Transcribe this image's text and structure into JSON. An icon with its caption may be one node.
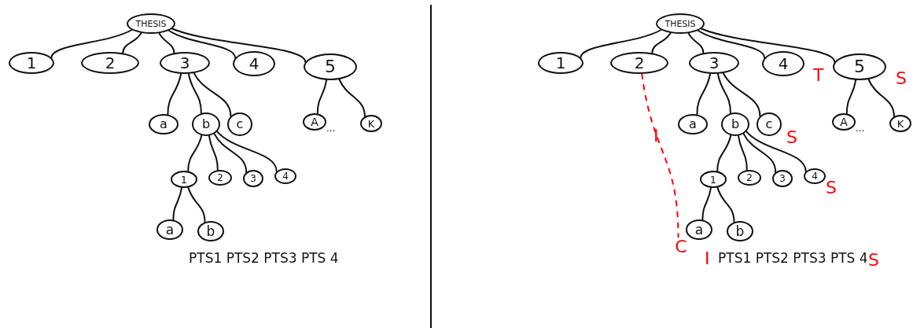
{
  "diagram": {
    "nodes": [
      {
        "text": [
          "THESIS"
        ]
      },
      {
        "text": [
          "1"
        ]
      },
      {
        "text": [
          "2"
        ]
      },
      {
        "text": [
          "3"
        ]
      },
      {
        "text": [
          "4"
        ]
      },
      {
        "text": [
          "5"
        ]
      },
      {
        "text": [
          "a"
        ]
      },
      {
        "text": [
          "b"
        ]
      },
      {
        "text": [
          "c"
        ]
      },
      {
        "text": [
          "A"
        ]
      },
      {
        "text": [
          "K"
        ]
      },
      {
        "text": [
          "1"
        ]
      },
      {
        "text": [
          "2"
        ]
      },
      {
        "text": [
          "3"
        ]
      },
      {
        "text": [
          "4"
        ]
      },
      {
        "text": [
          "a"
        ]
      },
      {
        "text": [
          "b"
        ]
      },
      {
        "text": [
          "THESIS"
        ]
      },
      {
        "text": [
          "1"
        ]
      },
      {
        "text": [
          "2"
        ]
      },
      {
        "text": [
          "3"
        ]
      },
      {
        "text": [
          "4"
        ],
        "beside": [
          "T"
        ]
      },
      {
        "text": [
          "5"
        ],
        "beside": [
          "S"
        ]
      },
      {
        "text": [
          "a"
        ],
        "beside": [
          "I"
        ]
      },
      {
        "text": [
          "b"
        ]
      },
      {
        "text": [
          "c"
        ],
        "beside": [
          "S"
        ]
      },
      {
        "text": [
          "A"
        ]
      },
      {
        "text": [
          "K"
        ]
      },
      {
        "text": [
          "1"
        ]
      },
      {
        "text": [
          "2"
        ]
      },
      {
        "text": [
          "3"
        ]
      },
      {
        "text": [
          "4"
        ],
        "beside": [
          "S"
        ]
      },
      {
        "text": [
          "a"
        ]
      },
      {
        "text": [
          "b"
        ]
      },
      {
        "text": [
          "C"
        ]
      }
    ],
    "edges": [
      {
        "from": 0,
        "to": 1,
        "arrow": "none"
      },
      {
        "from": 0,
        "to": 2,
        "arrow": "none"
      },
      {
        "from": 0,
        "to": 3,
        "arrow": "none"
      },
      {
        "from": 0,
        "to": 4,
        "arrow": "none"
      },
      {
        "from": 0,
        "to": 5,
        "arrow": "none"
      },
      {
        "from": 3,
        "to": 6,
        "arrow": "none"
      },
      {
        "from": 3,
        "to": 7,
        "arrow": "none"
      },
      {
        "from": 3,
        "to": 8,
        "arrow": "none"
      },
      {
        "from": 5,
        "to": 9,
        "arrow": "none"
      },
      {
        "from": 5,
        "to": 10,
        "arrow": "none"
      },
      {
        "from": 7,
        "to": 11,
        "arrow": "none"
      },
      {
        "from": 7,
        "to": 12,
        "arrow": "none"
      },
      {
        "from": 7,
        "to": 13,
        "arrow": "none"
      },
      {
        "from": 7,
        "to": 14,
        "arrow": "none"
      },
      {
        "from": 11,
        "to": 15,
        "arrow": "none"
      },
      {
        "from": 11,
        "to": 16,
        "arrow": "none"
      },
      {
        "from": 17,
        "to": 18,
        "arrow": "none"
      },
      {
        "from": 17,
        "to": 19,
        "arrow": "none"
      },
      {
        "from": 17,
        "to": 20,
        "arrow": "none"
      },
      {
        "from": 17,
        "to": 21,
        "arrow": "none"
      },
      {
        "from": 17,
        "to": 22,
        "arrow": "none"
      },
      {
        "from": 20,
        "to": 23,
        "arrow": "none"
      },
      {
        "from": 20,
        "to": 24,
        "arrow": "none"
      },
      {
        "from": 20,
        "to": 25,
        "arrow": "none"
      },
      {
        "from": 22,
        "to": 26,
        "arrow": "none"
      },
      {
        "from": 22,
        "to": 27,
        "arrow": "none"
      },
      {
        "from": 24,
        "to": 28,
        "arrow": "none"
      },
      {
        "from": 24,
        "to": 29,
        "arrow": "none"
      },
      {
        "from": 24,
        "to": 30,
        "arrow": "none"
      },
      {
        "from": 24,
        "to": 31,
        "arrow": "none"
      },
      {
        "from": 28,
        "to": 32,
        "arrow": "none"
      },
      {
        "from": 28,
        "to": 33,
        "arrow": "none"
      },
      {
        "from": 19,
        "to": 34,
        "arrow": "none",
        "style": "dashed",
        "color": "#ff0000"
      }
    ],
    "labels": [
      "...",
      "PTS1 PTS2 PTS3 PTS 4",
      "...",
      "I",
      "PTS1 PTS2 PTS3 PTS 4",
      "S"
    ]
  }
}
